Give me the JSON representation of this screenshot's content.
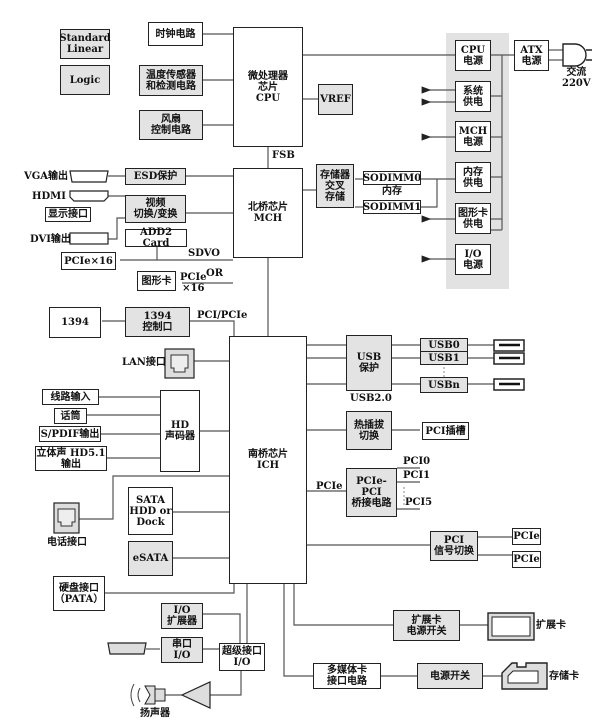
{
  "legend": {
    "standard_linear": "Standard\nLinear",
    "logic": "Logic"
  },
  "cpu_side": {
    "clock": "时钟电路",
    "temp_sensor": "温度传感器\n和检测电路",
    "fan_control": "风扇\n控制电路",
    "cpu": "微处理器\n芯片\nCPU",
    "vref": "VREF",
    "fsb": "FSB"
  },
  "power": {
    "cpu_power": "CPU\n电源",
    "system_power": "系统\n供电",
    "mch_power": "MCH\n电源",
    "memory_power": "内存\n供电",
    "graphics_power": "图形卡\n供电",
    "io_power": "I/O\n电源",
    "atx": "ATX\n电源",
    "ac": "交流\n220V"
  },
  "north": {
    "mch": "北桥芯片\nMCH",
    "vga_out": "VGA输出",
    "hdmi": "HDMI",
    "display_port": "显示接口",
    "dvi_out": "DVI输出",
    "esd": "ESD保护",
    "video_switch": "视频\n切换/变换",
    "add2": "ADD2 Card",
    "pcie16_slot": "PCIe×16",
    "sdvo": "SDVO",
    "or": "OR",
    "graphics_card": "图形卡",
    "pcie_x16": "PCIe\n×16",
    "mem_interleave": "存储器\n交叉\n存储",
    "sodimm0": "SODIMM0",
    "sodimm1": "SODIMM1",
    "memory": "内存"
  },
  "south": {
    "ich": "南桥芯片\nICH",
    "p1394": "1394",
    "p1394_ctrl": "1394\n控制口",
    "pci_pcie": "PCI/PCIe",
    "lan": "LAN接口",
    "line_in": "线路输入",
    "mic": "话筒",
    "spdif": "S/PDIF输出",
    "stereo": "立体声 HD5.1\n输出",
    "hd_codec": "HD\n声码器",
    "phone": "电话接口",
    "sata": "SATA\nHDD or\nDock",
    "esata": "eSATA",
    "pata": "硬盘接口\n（PATA）",
    "io_expander": "I/O\n扩展器",
    "serial_io": "串口\nI/O",
    "super_io": "超级接口\nI/O",
    "speaker": "扬声器",
    "usb_protect": "USB\n保护",
    "usb20": "USB2.0",
    "usb0": "USB0",
    "usb1": "USB1",
    "usbn": "USBn",
    "hotplug": "热插拔\n切换",
    "pci_slot": "PCI插槽",
    "pcie_label": "PCIe",
    "pcie_pci_bridge": "PCIe-PCI\n桥接电路",
    "pci0": "PCI0",
    "pci1": "PCI1",
    "pci5": "PCI5",
    "pci_switch": "PCI\n信号切换",
    "pcie_a": "PCIe",
    "pcie_b": "PCIe",
    "exp_power": "扩展卡\n电源开关",
    "exp_card": "扩展卡",
    "mmc": "多媒体卡\n接口电路",
    "power_switch": "电源开关",
    "storage_card": "存储卡"
  }
}
